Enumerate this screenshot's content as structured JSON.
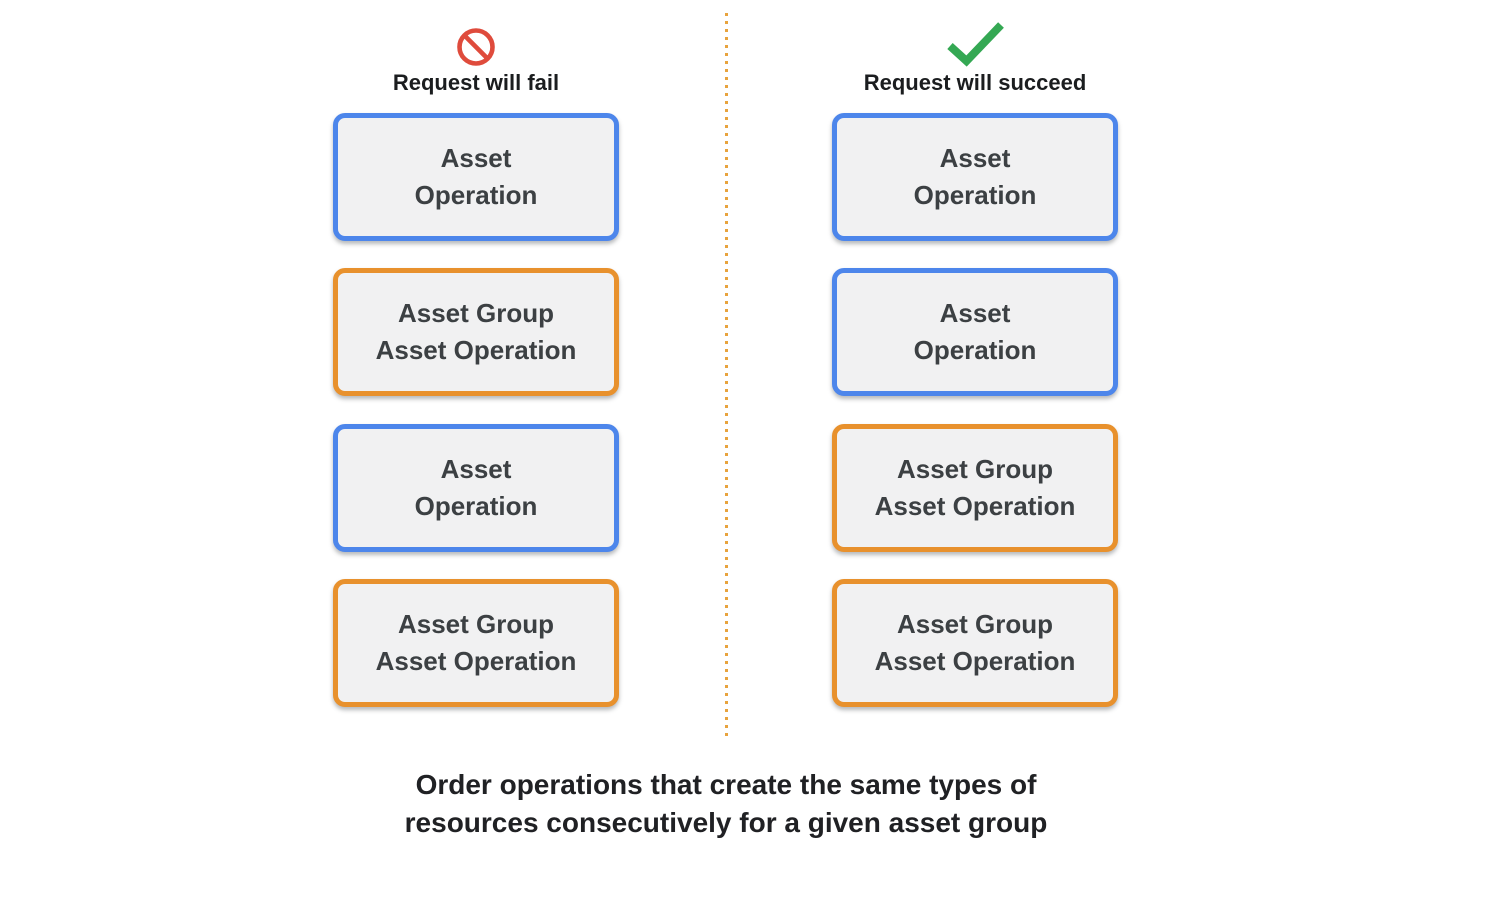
{
  "columns": [
    {
      "id": "fail",
      "title": "Request will fail",
      "icon": "prohibition-icon",
      "boxes": [
        {
          "type": "blue",
          "line1": "Asset",
          "line2": "Operation"
        },
        {
          "type": "orange",
          "line1": "Asset Group",
          "line2": "Asset Operation"
        },
        {
          "type": "blue",
          "line1": "Asset",
          "line2": "Operation"
        },
        {
          "type": "orange",
          "line1": "Asset Group",
          "line2": "Asset Operation"
        }
      ]
    },
    {
      "id": "succeed",
      "title": "Request will succeed",
      "icon": "checkmark-icon",
      "boxes": [
        {
          "type": "blue",
          "line1": "Asset",
          "line2": "Operation"
        },
        {
          "type": "blue",
          "line1": "Asset",
          "line2": "Operation"
        },
        {
          "type": "orange",
          "line1": "Asset Group",
          "line2": "Asset Operation"
        },
        {
          "type": "orange",
          "line1": "Asset Group",
          "line2": "Asset Operation"
        }
      ]
    }
  ],
  "caption": {
    "line1": "Order operations that create the same types of",
    "line2": "resources consecutively for a given asset group"
  },
  "colors": {
    "blue_border": "#4d86eb",
    "orange_border": "#e8912d",
    "box_background": "#f1f1f2",
    "box_text": "#3c4043",
    "fail_icon_red": "#df4b3c",
    "success_icon_green": "#34a853",
    "divider_orange": "#e8a33d",
    "heading_text": "#1b1d1f"
  }
}
